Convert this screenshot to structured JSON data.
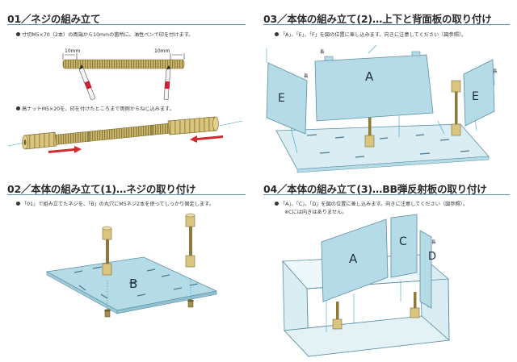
{
  "sections": [
    {
      "title": "01／ネジの組み立て",
      "notes": [
        "寸切M5×70（2本）の両端から10mmの箇所に、油性ペンで印を付けます。",
        "高ナットM5×20を、印を付けたところまで両側からねじ込みます。"
      ],
      "dim_labels": [
        "10mm",
        "10mm"
      ]
    },
    {
      "title": "02／本体の組み立て(1)…ネジの取り付け",
      "notes": [
        "「01」で組み立てたネジを、「B」の丸穴にM5ネジ2本を使ってしっかり固定します。"
      ],
      "panel_labels": [
        "B"
      ]
    },
    {
      "title": "03／本体の組み立て(2)…上下と背面板の取り付け",
      "notes": [
        "「A」、「E」、「F」を図の位置に差し込みます。向きに注意してください（図参照）。"
      ],
      "panel_labels": [
        "A",
        "E",
        "E"
      ],
      "edge_marks": [
        "長",
        "長",
        "長"
      ]
    },
    {
      "title": "04／本体の組み立て(3)…BB弾反射板の取り付け",
      "notes": [
        "「A」、「C」、「D」を図の位置に差し込みます。向きに注意してください（図参照）。",
        "※Cには向きはありません。"
      ],
      "panel_labels": [
        "A",
        "C",
        "D"
      ],
      "edge_marks": [
        "長"
      ]
    }
  ],
  "colors": {
    "rule": "#5b8fb0",
    "panel_fill": "#b5dbe6",
    "panel_stroke": "#5a8fa6",
    "arrow": "#d42a2a",
    "guide": "#3aa3cc",
    "thread": "#b9a25a"
  }
}
